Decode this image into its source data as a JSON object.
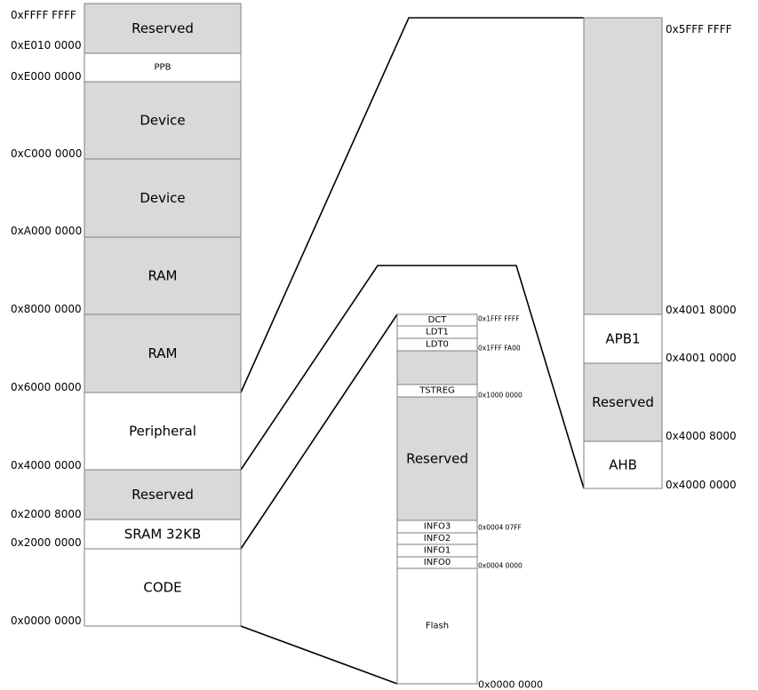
{
  "main_map": {
    "blocks": [
      {
        "label": "Reserved",
        "fill": "gray"
      },
      {
        "label": "PPB",
        "fill": "white"
      },
      {
        "label": "Device",
        "fill": "gray"
      },
      {
        "label": "Device",
        "fill": "gray"
      },
      {
        "label": "RAM",
        "fill": "gray"
      },
      {
        "label": "RAM",
        "fill": "gray"
      },
      {
        "label": "Peripheral",
        "fill": "white"
      },
      {
        "label": "Reserved",
        "fill": "gray"
      },
      {
        "label": "SRAM 32KB",
        "fill": "white"
      },
      {
        "label": "CODE",
        "fill": "white"
      }
    ],
    "addresses": [
      "0xFFFF FFFF",
      "0xE010 0000",
      "0xE000 0000",
      "0xC000 0000",
      "0xA000 0000",
      "0x8000 0000",
      "0x6000 0000",
      "0x4000 0000",
      "0x2000 8000",
      "0x2000 0000",
      "0x0000 0000"
    ]
  },
  "code_map": {
    "blocks": [
      {
        "label": "DCT",
        "fill": "white"
      },
      {
        "label": "LDT1",
        "fill": "white"
      },
      {
        "label": "LDT0",
        "fill": "white"
      },
      {
        "label": "",
        "fill": "gray"
      },
      {
        "label": "TSTREG",
        "fill": "white"
      },
      {
        "label": "Reserved",
        "fill": "gray"
      },
      {
        "label": "INFO3",
        "fill": "white"
      },
      {
        "label": "INFO2",
        "fill": "white"
      },
      {
        "label": "INFO1",
        "fill": "white"
      },
      {
        "label": "INFO0",
        "fill": "white"
      },
      {
        "label": "Flash",
        "fill": "white"
      }
    ],
    "addresses": [
      "0x1FFF FFFF",
      "0x1FFF FA00",
      "0x1000 0000",
      "0x0004 07FF",
      "0x0004 0000",
      "0x0000 0000"
    ]
  },
  "peripheral_map": {
    "blocks": [
      {
        "label": "",
        "fill": "gray"
      },
      {
        "label": "APB1",
        "fill": "white"
      },
      {
        "label": "Reserved",
        "fill": "gray"
      },
      {
        "label": "AHB",
        "fill": "white"
      }
    ],
    "addresses": [
      "0x5FFF FFFF",
      "0x4001 8000",
      "0x4001 0000",
      "0x4000 8000",
      "0x4000 0000"
    ]
  },
  "colors": {
    "gray_fill": "#d9d9d9",
    "white_fill": "#ffffff",
    "stroke": "#7f7f7f",
    "connector": "#000000"
  }
}
